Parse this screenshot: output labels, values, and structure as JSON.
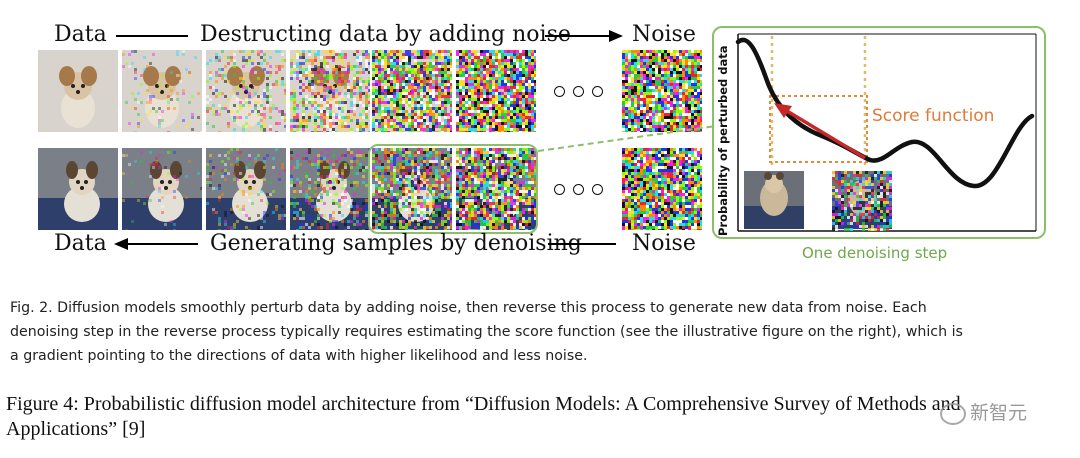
{
  "figure": {
    "top_row": {
      "start_label": "Data",
      "middle_label": "Destructing data by adding noise",
      "end_label": "Noise",
      "tiles": [
        0,
        0.12,
        0.3,
        0.55,
        0.85,
        0.97,
        1.0
      ],
      "ellipsis_after_index": 5
    },
    "bottom_row": {
      "start_label": "Data",
      "middle_label": "Generating samples by denoising",
      "end_label": "Noise",
      "tiles": [
        0,
        0.06,
        0.18,
        0.35,
        0.65,
        0.85,
        1.0
      ],
      "ellipsis_after_index": 5
    },
    "inset": {
      "ylabel": "Probability of perturbed data",
      "score_label": "Score function",
      "step_label": "One denoising step",
      "colors": {
        "curve": "#111111",
        "arrow": "#c62828",
        "dotted": "#e08a3c",
        "score_text": "#e07b39",
        "green": "#8bbf6a"
      }
    }
  },
  "caption": {
    "lines": [
      "Fig. 2.  Diffusion models smoothly perturb data by adding noise, then reverse this process to generate new data from noise. Each",
      "denoising step in the reverse process typically requires estimating the score function (see the illustrative figure on the right), which is",
      "a gradient pointing to the directions of data with higher likelihood and less noise."
    ]
  },
  "figure_caption": {
    "lines": [
      "Figure 4: Probabilistic diffusion model architecture from “Diffusion Models: A Comprehensive Survey of Methods and",
      "Applications” [9]"
    ]
  },
  "watermark": {
    "text": "新智元",
    "icon": "wechat-icon"
  }
}
